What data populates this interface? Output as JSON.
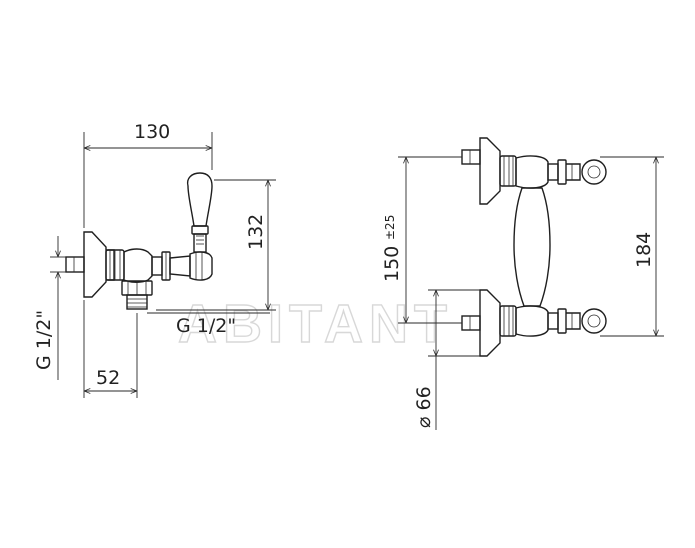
{
  "dimensions": {
    "width_total": "130",
    "height_handle": "132",
    "thread_outlet": "G 1/2\"",
    "thread_inlet": "G 1/2\"",
    "offset": "52",
    "center_distance": "150",
    "center_distance_tolerance": "±25",
    "height_total": "184",
    "flange_diameter": "⌀ 66"
  },
  "watermark": "ABITANT",
  "colors": {
    "line": "#1f1f1f",
    "watermark": "#d8d8d8"
  }
}
